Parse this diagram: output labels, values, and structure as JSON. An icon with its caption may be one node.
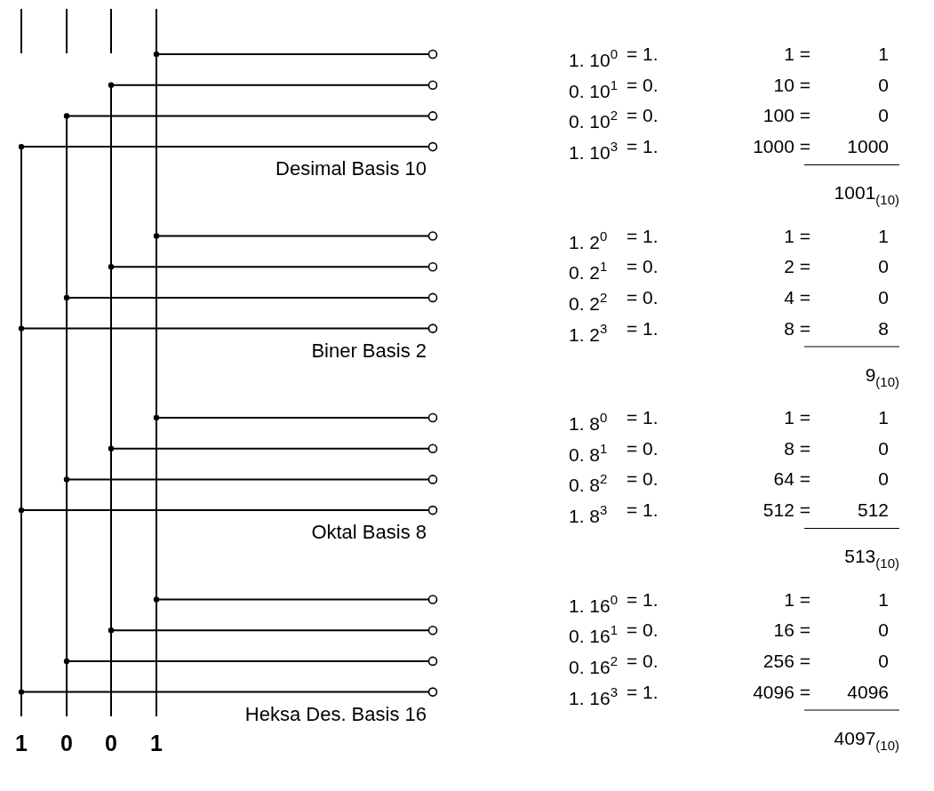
{
  "diagram": {
    "nodes": [
      {
        "text": [
          "1"
        ]
      },
      {
        "text": [
          "0"
        ]
      },
      {
        "text": [
          "0"
        ]
      },
      {
        "text": [
          "1"
        ]
      },
      {
        "text": [],
        "shape": "circle"
      },
      {
        "text": [],
        "shape": "circle"
      },
      {
        "text": [],
        "shape": "circle"
      },
      {
        "text": [],
        "shape": "circle"
      },
      {
        "text": [],
        "shape": "circle"
      },
      {
        "text": [],
        "shape": "circle"
      },
      {
        "text": [],
        "shape": "circle"
      },
      {
        "text": [],
        "shape": "circle"
      },
      {
        "text": [],
        "shape": "circle"
      },
      {
        "text": [],
        "shape": "circle"
      },
      {
        "text": [],
        "shape": "circle"
      },
      {
        "text": [],
        "shape": "circle"
      },
      {
        "text": [],
        "shape": "circle"
      },
      {
        "text": [],
        "shape": "circle"
      },
      {
        "text": [],
        "shape": "circle"
      },
      {
        "text": [],
        "shape": "circle"
      }
    ],
    "edges": [
      {
        "from": 3,
        "to": 4,
        "arrow": "none"
      },
      {
        "from": 2,
        "to": 5,
        "arrow": "none"
      },
      {
        "from": 1,
        "to": 6,
        "arrow": "none"
      },
      {
        "from": 0,
        "to": 7,
        "arrow": "none"
      },
      {
        "from": 3,
        "to": 8,
        "arrow": "none"
      },
      {
        "from": 2,
        "to": 9,
        "arrow": "none"
      },
      {
        "from": 1,
        "to": 10,
        "arrow": "none"
      },
      {
        "from": 0,
        "to": 11,
        "arrow": "none"
      },
      {
        "from": 3,
        "to": 12,
        "arrow": "none"
      },
      {
        "from": 2,
        "to": 13,
        "arrow": "none"
      },
      {
        "from": 1,
        "to": 14,
        "arrow": "none"
      },
      {
        "from": 0,
        "to": 15,
        "arrow": "none"
      },
      {
        "from": 3,
        "to": 16,
        "arrow": "none"
      },
      {
        "from": 2,
        "to": 17,
        "arrow": "none"
      },
      {
        "from": 1,
        "to": 18,
        "arrow": "none"
      },
      {
        "from": 0,
        "to": 19,
        "arrow": "none"
      }
    ],
    "labels": [
      "1. 10$^{0}$",
      "= 1.",
      "1 =",
      "1",
      "0. 10$^{1}$",
      "= 0.",
      "10 =",
      "0",
      "0. 10$^{2}$",
      "= 0.",
      "100 =",
      "0",
      "1. 10$^{3}$",
      "= 1.",
      "1000 =",
      "1000",
      "Desimal Basis 10",
      "1001$_{(10)}$",
      "1. 2$^{0}$",
      "= 1.",
      "1 =",
      "1",
      "0. 2$^{1}$",
      "= 0.",
      "2 =",
      "0",
      "0. 2$^{2}$",
      "= 0.",
      "4 =",
      "0",
      "1. 2$^{3}$",
      "= 1.",
      "8 =",
      "8",
      "Biner Basis 2",
      "9$_{(10)}$",
      "1. 8$^{0}$",
      "= 1.",
      "1 =",
      "1",
      "0. 8$^{1}$",
      "= 0.",
      "8 =",
      "0",
      "0. 8$^{2}$",
      "= 0.",
      "64 =",
      "0",
      "1. 8$^{3}$",
      "= 1.",
      "512 =",
      "512",
      "Oktal Basis 8",
      "513$_{(10)}$",
      "1. 16$^{0}$",
      "= 1.",
      "1 =",
      "1",
      "0. 16$^{1}$",
      "= 0.",
      "16 =",
      "0",
      "0. 16$^{2}$",
      "= 0.",
      "256 =",
      "0",
      "1. 16$^{3}$",
      "= 1.",
      "4096 =",
      "4096",
      "Heksa Des. Basis 16",
      "4097$_{(10)}$"
    ]
  }
}
